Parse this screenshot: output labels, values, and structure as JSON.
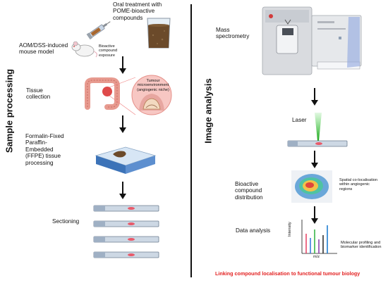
{
  "left": {
    "section_title": "Sample processing",
    "oral_treatment": "Oral treatment with POME-bioactive compounds",
    "model_label": "AOM/DSS-induced mouse model",
    "exposure_label": "Bioactive compound exposure",
    "tissue_label": "Tissue collection",
    "niche_label": "Tumour microenvironment (angiogenic niche)",
    "ffpe_label": "Formalin-Fixed Paraffin-Embedded (FFPE) tissue processing",
    "sectioning_label": "Sectioning"
  },
  "right": {
    "section_title": "Image analysis",
    "ms_label": "Mass spectrometry",
    "laser_label": "Laser",
    "distribution_label": "Bioactive compound distribution",
    "spatial_label": "Spatial co-localisation within angiogenic regions",
    "data_analysis_label": "Data analysis",
    "profiling_label": "Molecular profiling and biomarker identification",
    "y_axis": "Intensity",
    "x_axis": "m/z",
    "footer": "Linking compound localisation to functional tumour biology"
  },
  "colors": {
    "accent_red": "#e32222",
    "laser_green": "#3ecf3e",
    "spectrum": [
      "#e84a6a",
      "#3a7de0",
      "#39b54a",
      "#8e44ad",
      "#333333",
      "#1f7fd1"
    ]
  }
}
